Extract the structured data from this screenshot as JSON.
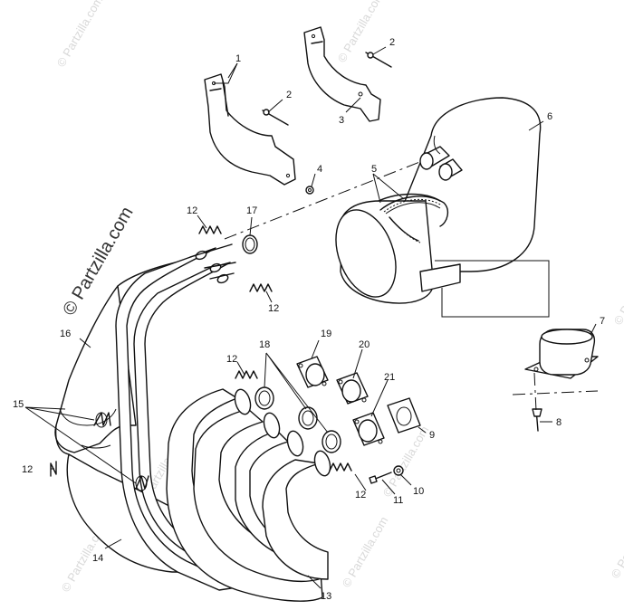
{
  "watermark": {
    "main": "© Partzilla.com",
    "small": "© Partzilla.com"
  },
  "callouts": {
    "c1": "1",
    "c2a": "2",
    "c2b": "2",
    "c3": "3",
    "c4": "4",
    "c5": "5",
    "c6": "6",
    "c7": "7",
    "c8": "8",
    "c9": "9",
    "c10": "10",
    "c11": "11",
    "c12a": "12",
    "c12b": "12",
    "c12c": "12",
    "c12d": "12",
    "c12e": "12",
    "c13": "13",
    "c14": "14",
    "c15": "15",
    "c16": "16",
    "c17": "17",
    "c18": "18",
    "c19": "19",
    "c20": "20",
    "c21": "21"
  }
}
